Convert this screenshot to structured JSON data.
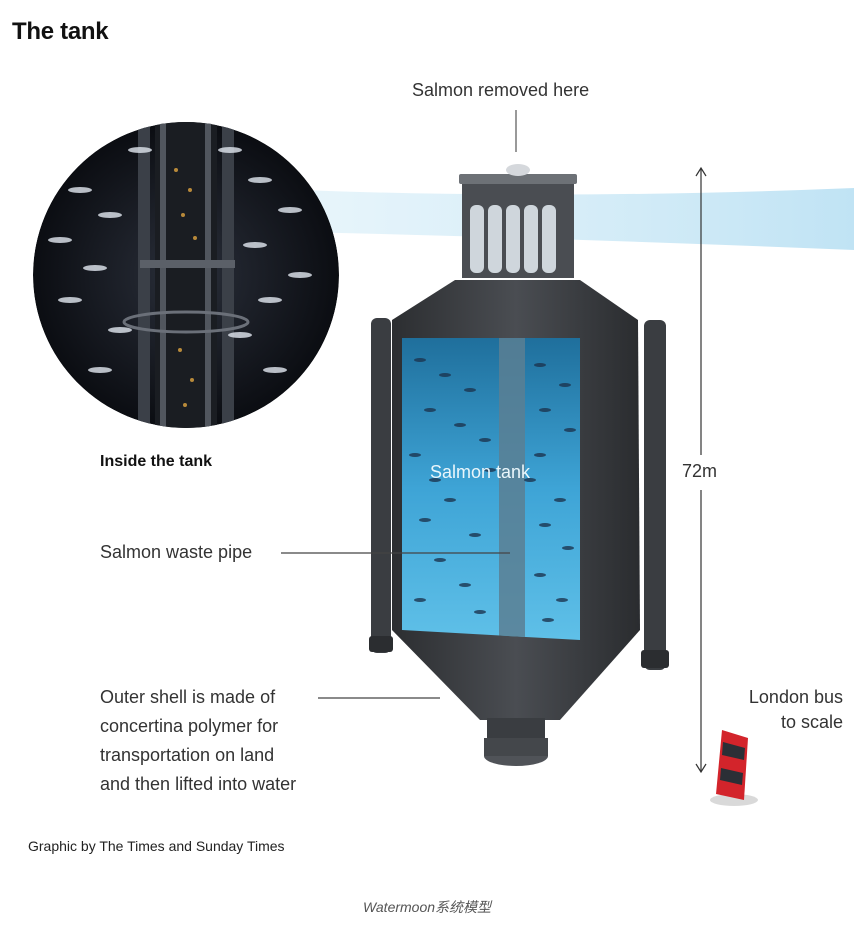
{
  "title": "The tank",
  "labels": {
    "salmon_removed": "Salmon removed here",
    "inside_tank": "Inside the tank",
    "salmon_tank": "Salmon tank",
    "waste_pipe": "Salmon waste pipe",
    "outer_shell": [
      "Outer shell is made of",
      "concertina polymer for",
      "transportation on land",
      "and then lifted into water"
    ],
    "height": "72m",
    "bus": [
      "London bus",
      "to scale"
    ]
  },
  "credit": "Graphic by The Times and Sunday Times",
  "watermark": "Watermoon系统模型",
  "colors": {
    "tank_shell": "#3a3d41",
    "water": "#4fb0dc",
    "light_beam": "#cfe9f5",
    "bus_red": "#d3242b"
  }
}
